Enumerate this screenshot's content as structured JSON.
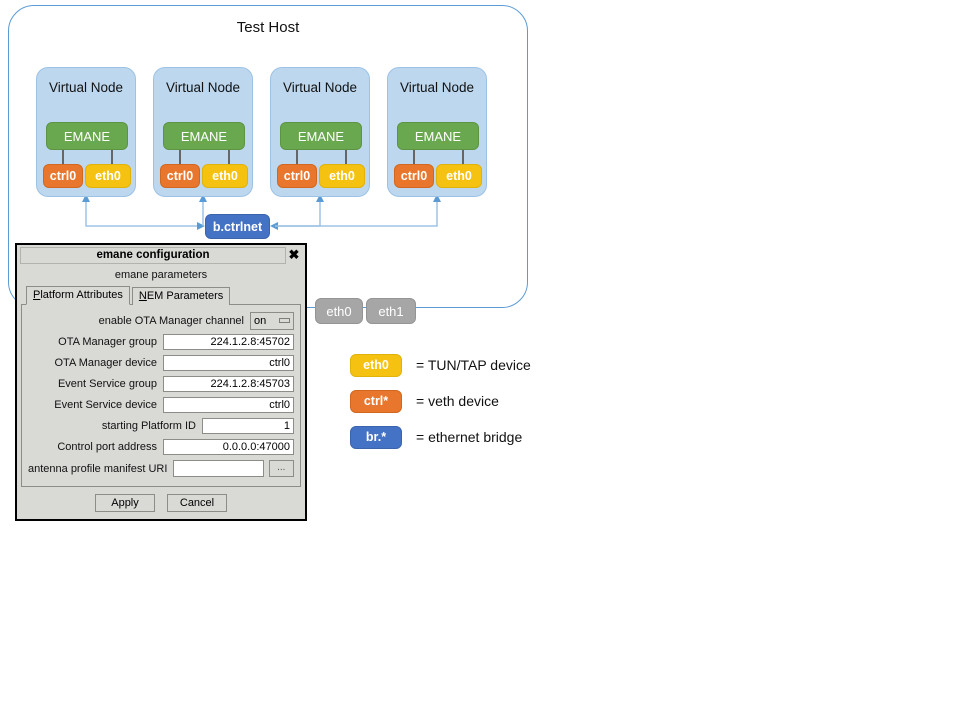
{
  "diagram": {
    "host": {
      "title": "Test Host"
    },
    "nodes": [
      {
        "title": "Virtual Node",
        "emane": "EMANE",
        "ctrl": "ctrl0",
        "eth": "eth0"
      },
      {
        "title": "Virtual Node",
        "emane": "EMANE",
        "ctrl": "ctrl0",
        "eth": "eth0"
      },
      {
        "title": "Virtual Node",
        "emane": "EMANE",
        "ctrl": "ctrl0",
        "eth": "eth0"
      },
      {
        "title": "Virtual Node",
        "emane": "EMANE",
        "ctrl": "ctrl0",
        "eth": "eth0"
      }
    ],
    "bridge": {
      "label": "b.ctrlnet"
    },
    "host_interfaces": [
      {
        "label": "eth0"
      },
      {
        "label": "eth1"
      }
    ],
    "legend": [
      {
        "swatch": "eth0",
        "text": "= TUN/TAP device",
        "color": "#f5c211"
      },
      {
        "swatch": "ctrl*",
        "text": "= veth device",
        "color": "#e8762c"
      },
      {
        "swatch": "br.*",
        "text": "= ethernet bridge",
        "color": "#4472c4"
      }
    ],
    "colors": {
      "host_border": "#5b9bd5",
      "node_fill": "#bdd7ee",
      "emane": "#6aa84f",
      "ctrl": "#e8762c",
      "eth": "#f5c211",
      "bridge": "#4472c4",
      "host_iface": "#a6a6a6",
      "wire": "#9dc3e6"
    }
  },
  "dialog": {
    "title": "emane configuration",
    "close_label": "✖",
    "heading": "emane parameters",
    "tabs": [
      {
        "mnemonic": "P",
        "rest": "latform Attributes",
        "selected": true
      },
      {
        "mnemonic": "N",
        "rest": "EM Parameters",
        "selected": false
      }
    ],
    "fields": [
      {
        "label": "enable OTA Manager channel",
        "type": "optionmenu",
        "value": "on"
      },
      {
        "label": "OTA Manager group",
        "type": "entry",
        "value": "224.1.2.8:45702",
        "wide": true
      },
      {
        "label": "OTA Manager device",
        "type": "entry",
        "value": "ctrl0",
        "wide": true
      },
      {
        "label": "Event Service group",
        "type": "entry",
        "value": "224.1.2.8:45703",
        "wide": true
      },
      {
        "label": "Event Service device",
        "type": "entry",
        "value": "ctrl0",
        "wide": true
      },
      {
        "label": "starting Platform ID",
        "type": "entry",
        "value": "1",
        "wide": false
      },
      {
        "label": "Control port address",
        "type": "entry",
        "value": "0.0.0.0:47000",
        "wide": true
      }
    ],
    "uri_row": {
      "label": "antenna profile manifest URI",
      "value": "",
      "browse_label": "..."
    },
    "buttons": [
      {
        "label": "Apply"
      },
      {
        "label": "Cancel"
      }
    ]
  }
}
